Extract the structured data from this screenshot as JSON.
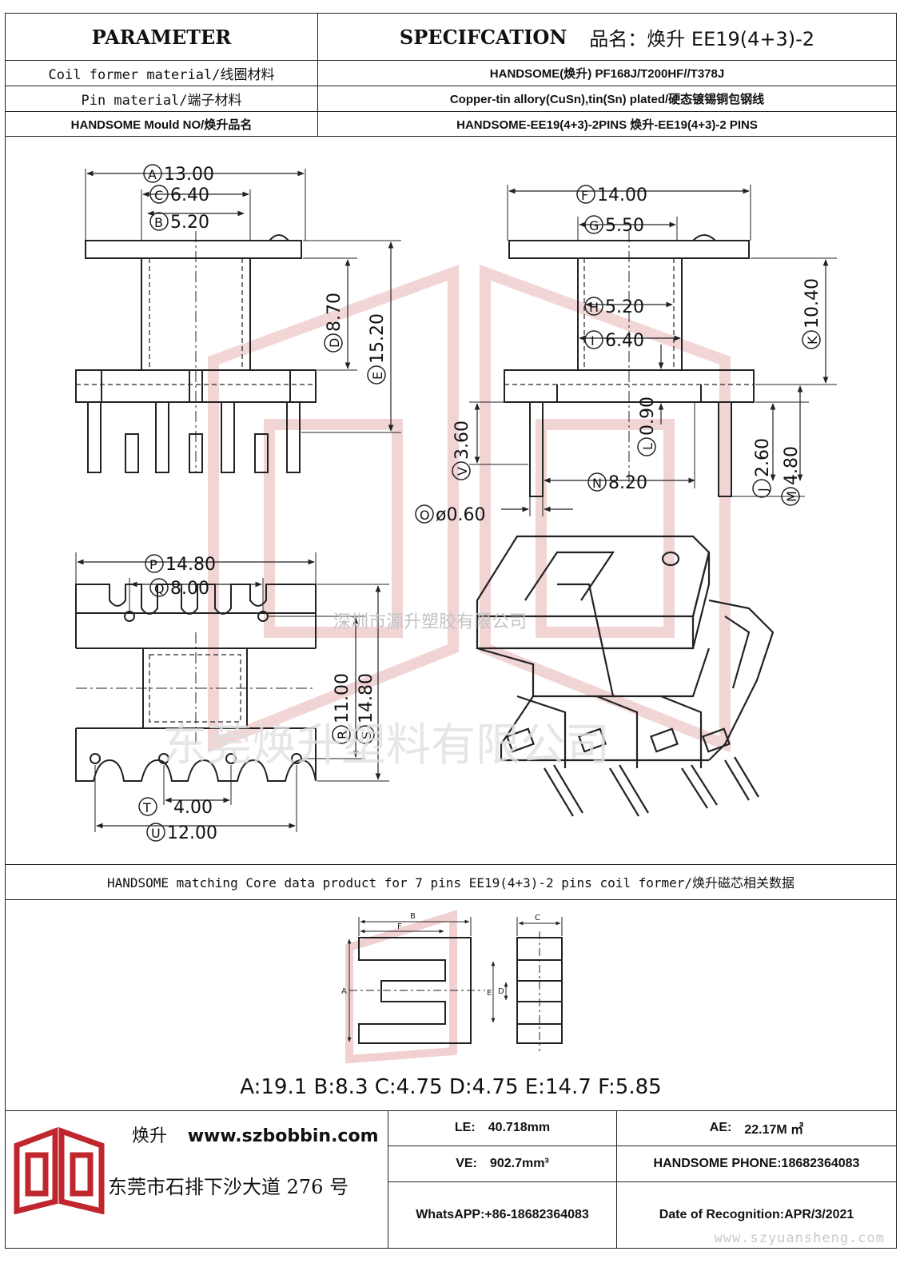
{
  "header": {
    "parameter_title": "PARAMETER",
    "spec_title": "SPECIFCATION",
    "product_name": "品名：焕升 EE19(4+3)-2",
    "rows": [
      {
        "label": "Coil former material/线圈材料",
        "value": "HANDSOME(焕升)   PF168J/T200HF//T378J"
      },
      {
        "label": "Pin material/端子材料",
        "value": "Copper-tin allory(CuSn),tin(Sn) plated/硬态镀锡铜包钢线"
      },
      {
        "label": "HANDSOME Mould NO/焕升品名",
        "value": "HANDSOME-EE19(4+3)-2PINS    焕升-EE19(4+3)-2 PINS"
      }
    ]
  },
  "dimensions": {
    "A": "13.00",
    "C": "6.40",
    "B": "5.20",
    "D": "8.70",
    "E": "15.20",
    "F": "14.00",
    "G": "5.50",
    "H": "5.20",
    "I": "6.40",
    "K": "10.40",
    "L": "0.90",
    "V": "3.60",
    "N": "8.20",
    "J": "2.60",
    "M": "4.80",
    "O": "ø0.60",
    "P": "14.80",
    "Q": "8.00",
    "R": "11.00",
    "S": "14.80",
    "T": "4.00",
    "U": "12.00"
  },
  "watermarks": {
    "company_small": "深圳市源升塑胶有限公司",
    "company_large": "东莞焕升塑料有限公司",
    "url": "www.szyuansheng.com"
  },
  "core": {
    "header": "HANDSOME matching Core data  product for 7 pins EE19(4+3)-2 pins coil former/焕升磁芯相关数据",
    "diagram_labels": {
      "A": "A",
      "B": "B",
      "C": "C",
      "D": "D",
      "E": "E",
      "F": "F"
    },
    "values": "A:19.1 B:8.3 C:4.75 D:4.75 E:14.7 F:5.85"
  },
  "footer": {
    "brand": "焕升",
    "website": "www.szbobbin.com",
    "address": "东莞市石排下沙大道 276 号",
    "le_label": "LE:",
    "le_value": "40.718mm",
    "ae_label": "AE:",
    "ae_value": "22.17M ㎡",
    "ve_label": "VE:",
    "ve_value": "902.7mm³",
    "phone": "HANDSOME PHONE:18682364083",
    "whatsapp": "WhatsAPP:+86-18682364083",
    "date": "Date of Recognition:APR/3/2021"
  },
  "colors": {
    "line": "#222222",
    "watermark": "#e8b8b8",
    "logo_red": "#c0262d"
  }
}
